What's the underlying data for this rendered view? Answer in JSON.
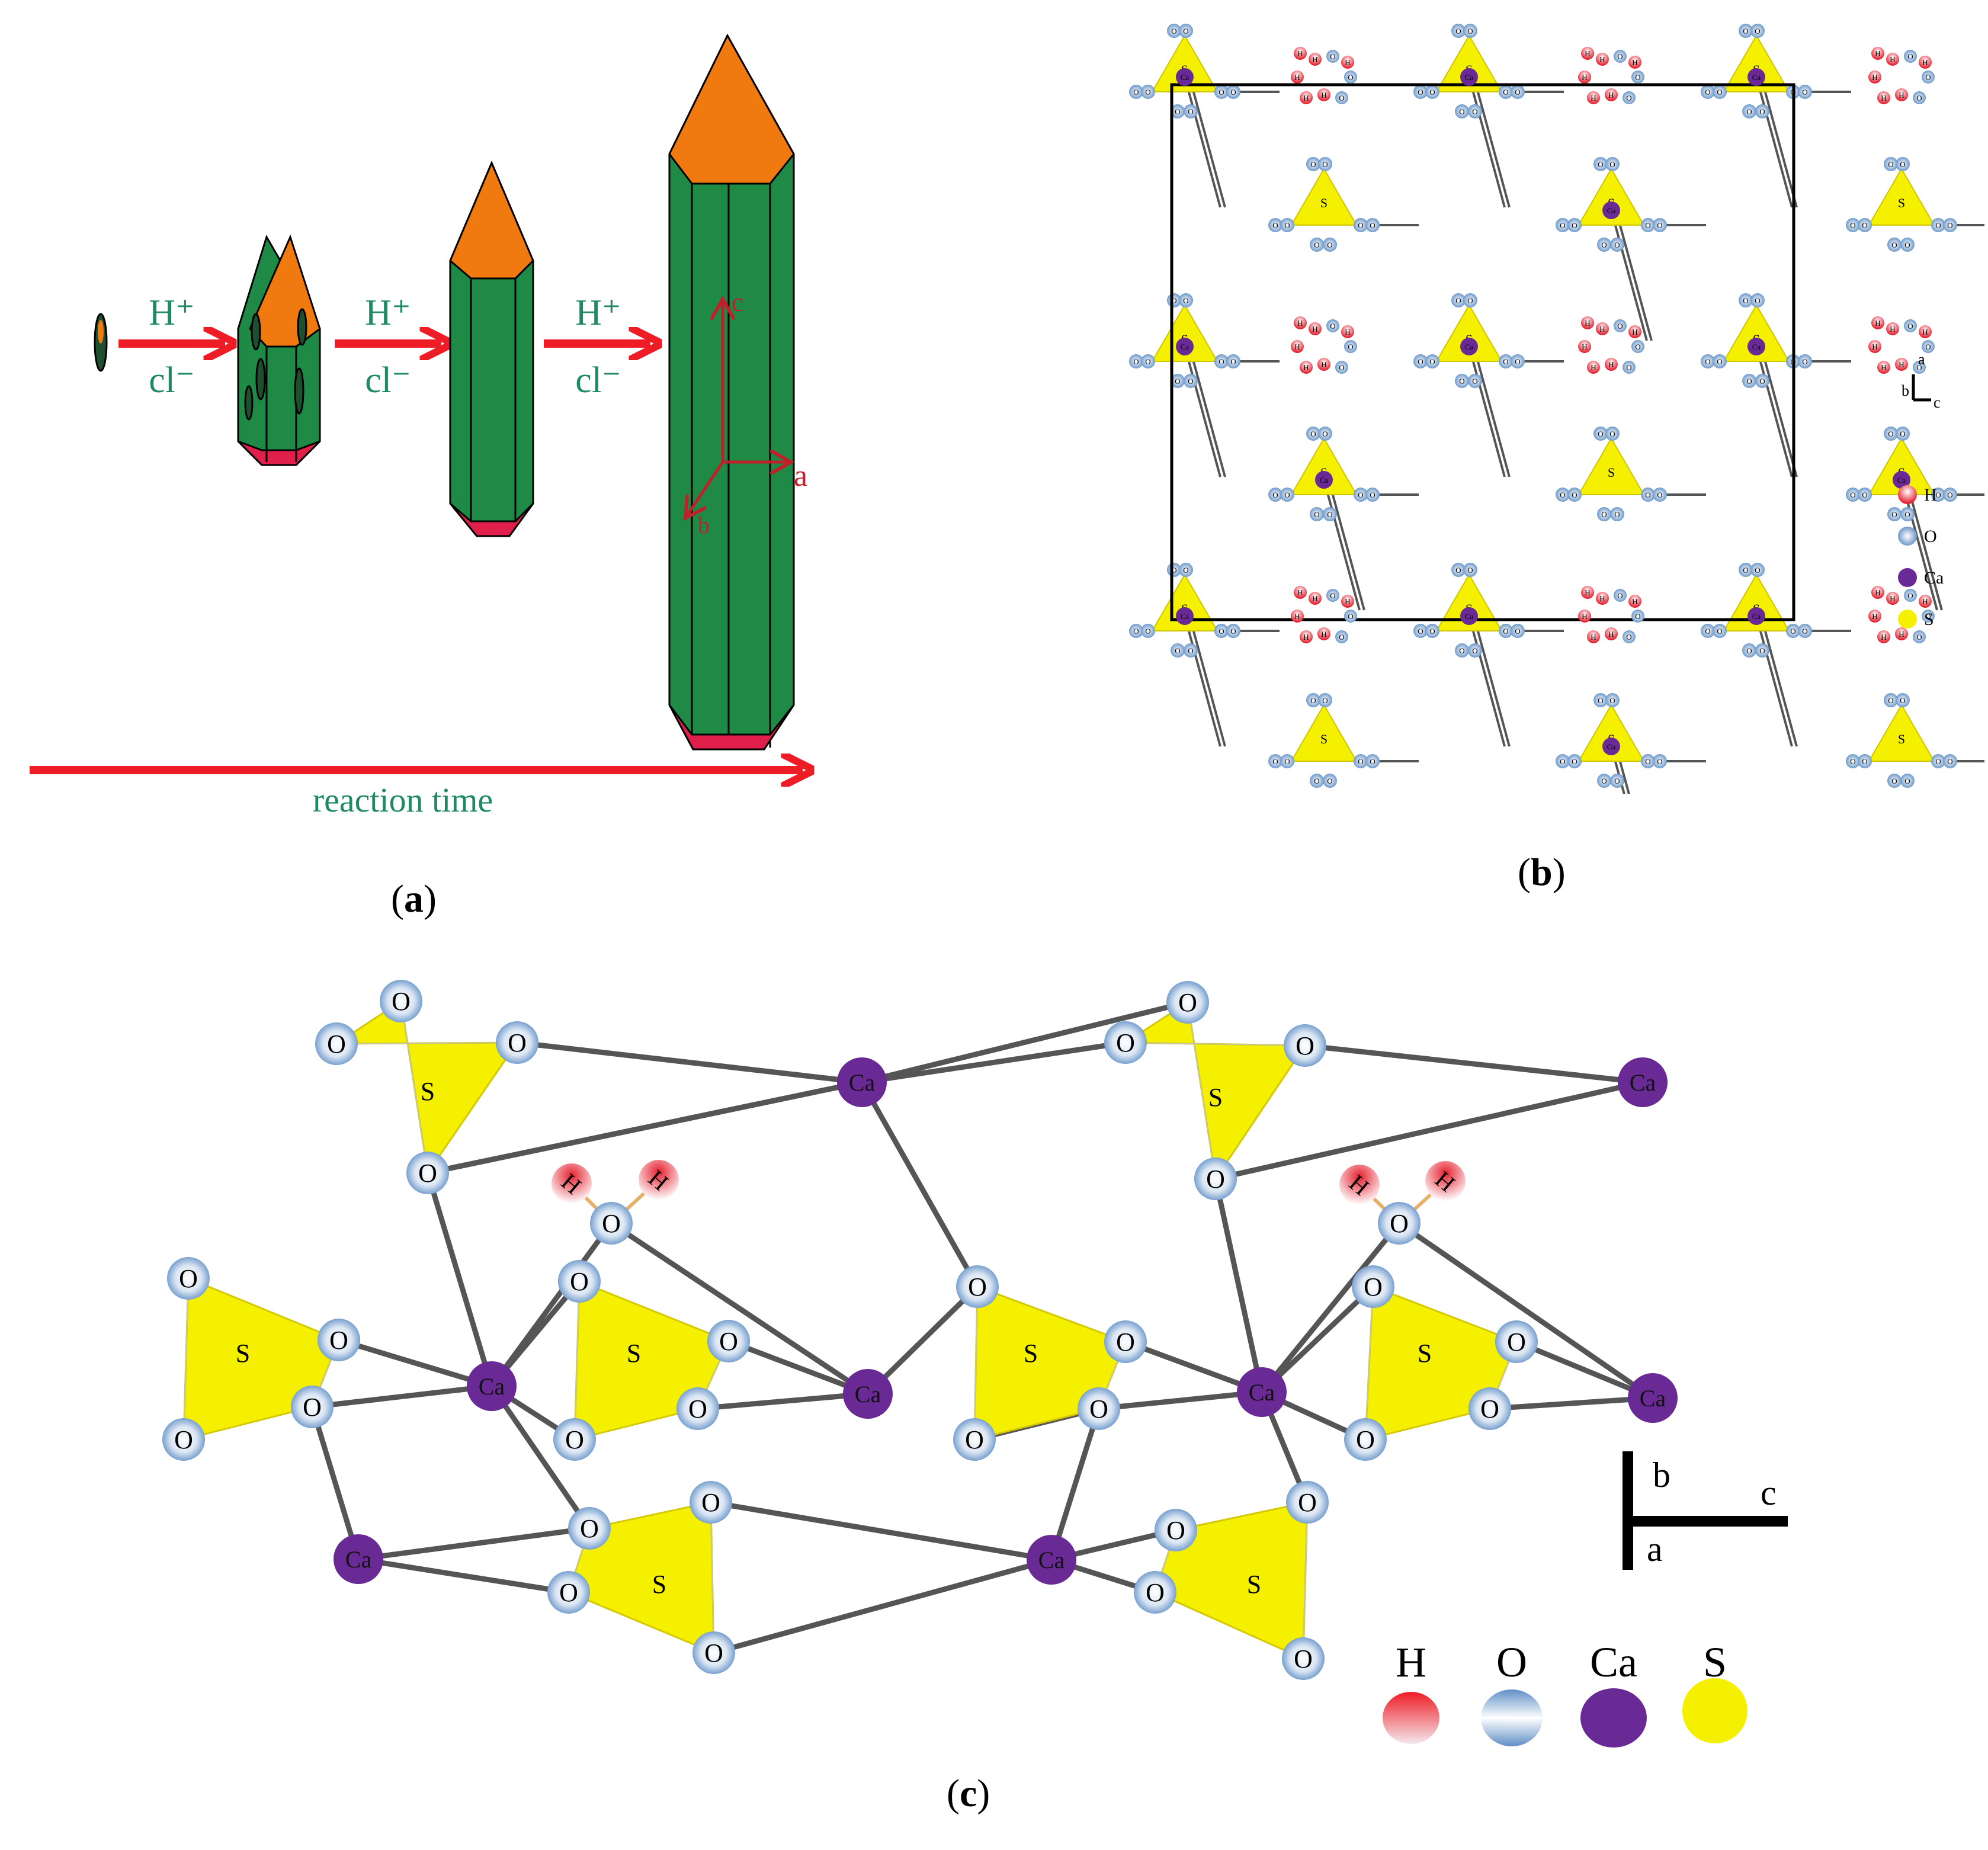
{
  "panel_a": {
    "label": "a",
    "arrow_top": "H⁺",
    "arrow_bottom": "cl⁻",
    "axis_c": "c",
    "axis_a": "a",
    "axis_b": "b",
    "time_label": "reaction time",
    "colors": {
      "prism": "#1e8a45",
      "cap": "#f07a10",
      "tip": "#e0204a",
      "arrow": "#ee1c25",
      "text": "#1e8a60"
    }
  },
  "panel_b": {
    "label": "b",
    "atom_S": "S",
    "atom_O": "O",
    "atom_H": "H",
    "atom_Ca": "Ca",
    "axes": {
      "a": "a",
      "b": "b",
      "c": "c"
    },
    "legend": [
      {
        "label": "H",
        "color": "#e8283a"
      },
      {
        "label": "O",
        "color": "#8fb3dc"
      },
      {
        "label": "Ca",
        "color": "#6a2a96"
      },
      {
        "label": "S",
        "color": "#f4f000"
      }
    ]
  },
  "panel_c": {
    "label": "c",
    "atom_S": "S",
    "atom_O": "O",
    "atom_H": "H",
    "atom_Ca": "Ca",
    "axes": {
      "b": "b",
      "c": "c",
      "a": "a"
    },
    "legend": [
      {
        "label": "H",
        "color": "#e8283a"
      },
      {
        "label": "O",
        "color": "#8fb3dc"
      },
      {
        "label": "Ca",
        "color": "#6a2a96"
      },
      {
        "label": "S",
        "color": "#f4f000"
      }
    ]
  }
}
